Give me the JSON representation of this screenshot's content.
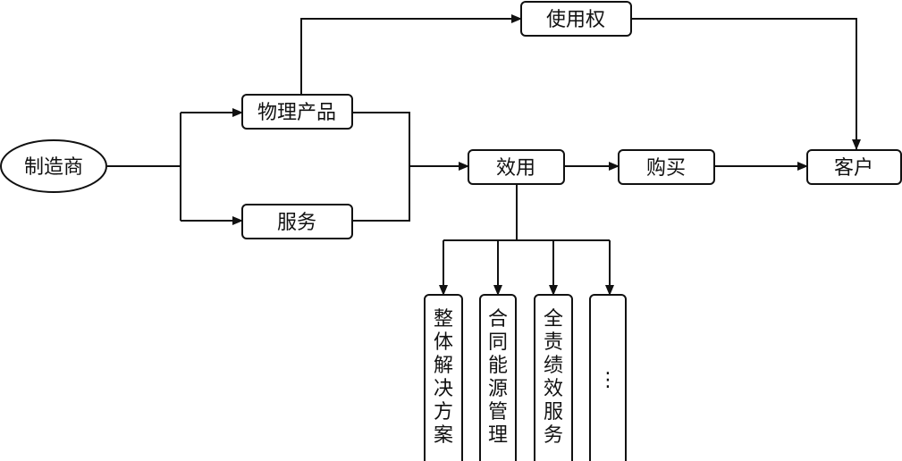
{
  "nodes": {
    "manufacturer": "制造商",
    "physical_product": "物理产品",
    "service": "服务",
    "usage_right": "使用权",
    "utility": "效用",
    "purchase": "购买",
    "customer": "客户",
    "sub_items": [
      "整体解决方案",
      "合同能源管理",
      "全责绩效服务",
      "⋮"
    ]
  }
}
